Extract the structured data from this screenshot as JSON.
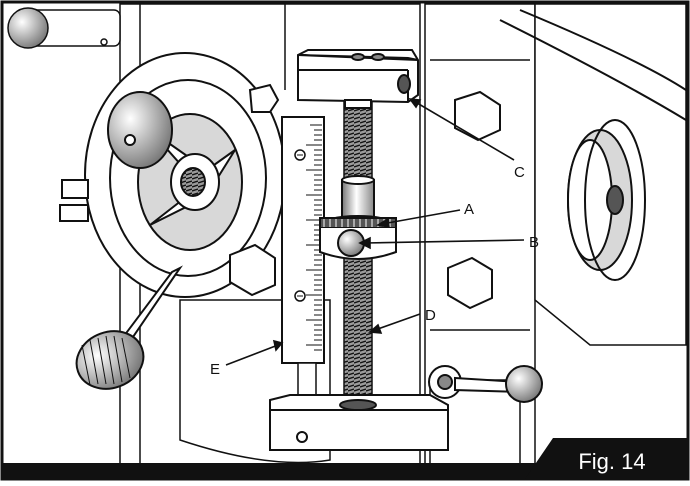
{
  "figure": {
    "label": "Fig. 14"
  },
  "callouts": {
    "a": "A",
    "b": "B",
    "c": "C",
    "d": "D",
    "e": "E"
  },
  "colors": {
    "line": "#111111",
    "banner": "#111111",
    "banner_text": "#ffffff",
    "part_fill": "#ffffff",
    "part_shade": "#9a9a9a",
    "part_dark": "#3a3a3a"
  }
}
